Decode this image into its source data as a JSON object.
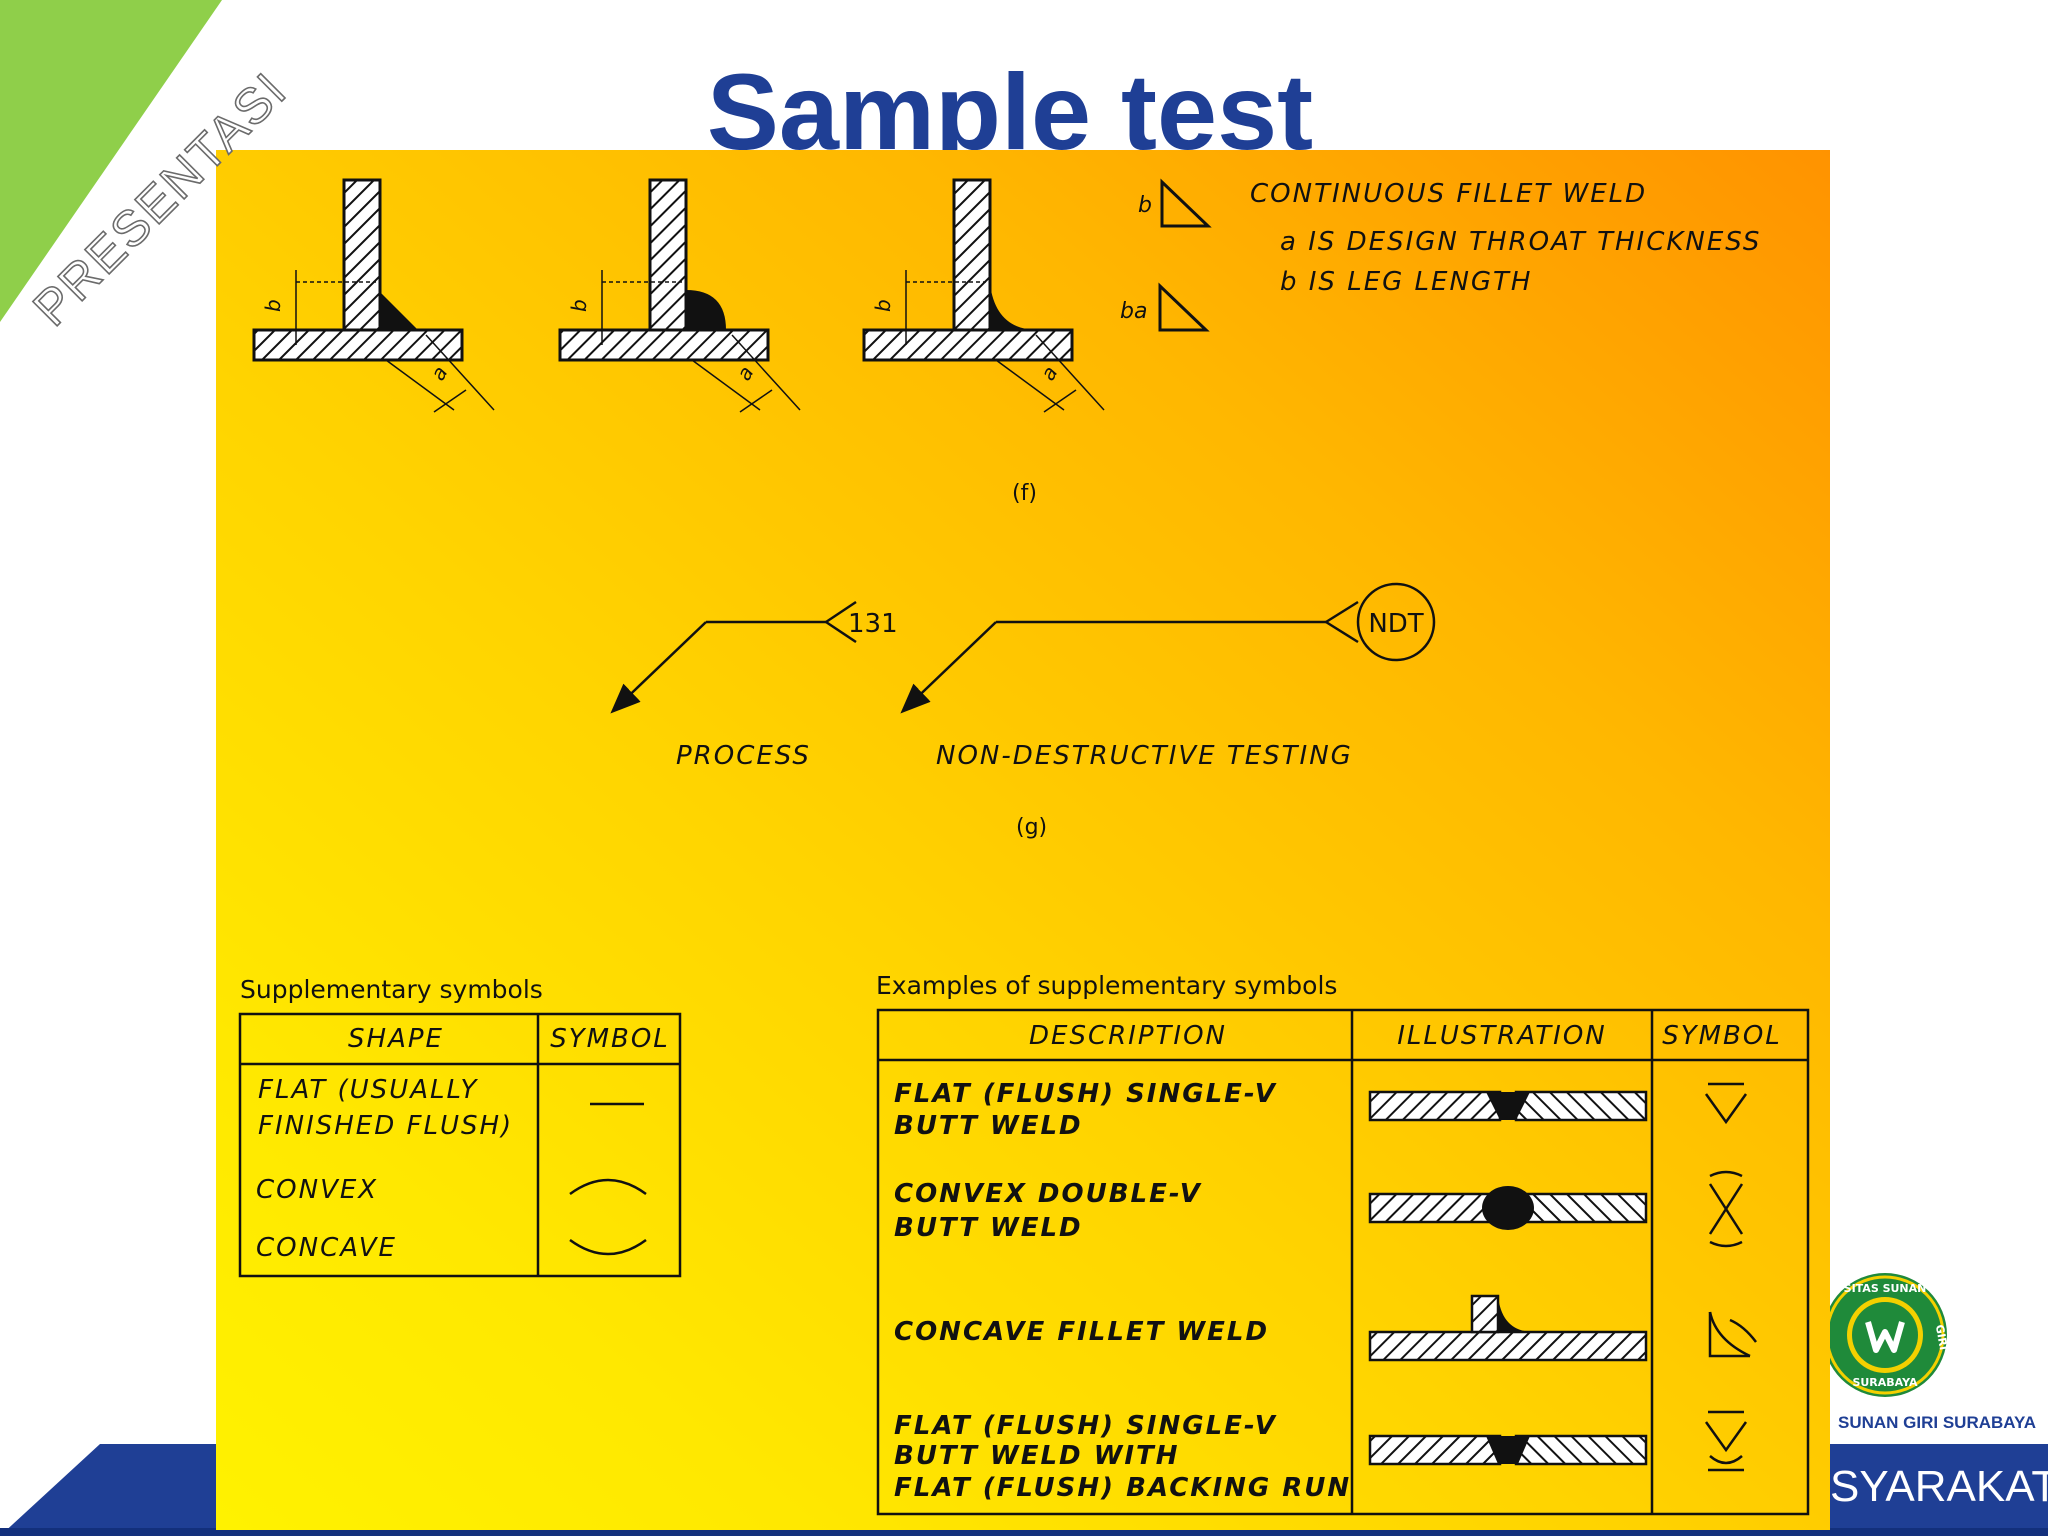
{
  "title": "Sample test",
  "corner_label": "PRESENTASI",
  "footer": {
    "band_text": "SYARAKAT",
    "logo_caption": "SUNAN GIRI SURABAYA",
    "logo_ring_top": "SITAS  SUNAN",
    "logo_ring_bottom": "SURABAYA",
    "logo_ring_right": "GIRI"
  },
  "figure_f": {
    "label_a": "a",
    "label_b": "b",
    "symbol_b": "b",
    "symbol_ba": "ba",
    "legend_title": "CONTINUOUS FILLET WELD",
    "legend_a": "a  IS DESIGN THROAT  THICKNESS",
    "legend_b": "b  IS LEG LENGTH",
    "caption": "(f)"
  },
  "figure_g": {
    "process_number": "131",
    "ndt_label": "NDT",
    "process_caption": "PROCESS",
    "ndt_caption": "NON-DESTRUCTIVE TESTING",
    "caption": "(g)"
  },
  "supplementary": {
    "title": "Supplementary symbols",
    "headers": [
      "SHAPE",
      "SYMBOL"
    ],
    "rows": [
      {
        "shape_line1": "FLAT (USUALLY",
        "shape_line2": "FINISHED FLUSH)"
      },
      {
        "shape_line1": "CONVEX"
      },
      {
        "shape_line1": "CONCAVE"
      }
    ]
  },
  "examples": {
    "title": "Examples of supplementary symbols",
    "headers": [
      "DESCRIPTION",
      "ILLUSTRATION",
      "SYMBOL"
    ],
    "rows": [
      {
        "line1": "FLAT (FLUSH) SINGLE-V",
        "line2": "BUTT WELD"
      },
      {
        "line1": "CONVEX DOUBLE-V",
        "line2": "BUTT WELD"
      },
      {
        "line1": "CONCAVE FILLET WELD"
      },
      {
        "line1": "FLAT (FLUSH) SINGLE-V",
        "line2": "BUTT WELD WITH",
        "line3": "FLAT (FLUSH) BACKING RUN"
      }
    ]
  },
  "colors": {
    "title_blue": "#1f3f95",
    "band_blue": "#1f3f95",
    "corner_green": "#8fcf4a",
    "figure_orange": "#ff9300",
    "figure_yellow": "#fff200"
  }
}
